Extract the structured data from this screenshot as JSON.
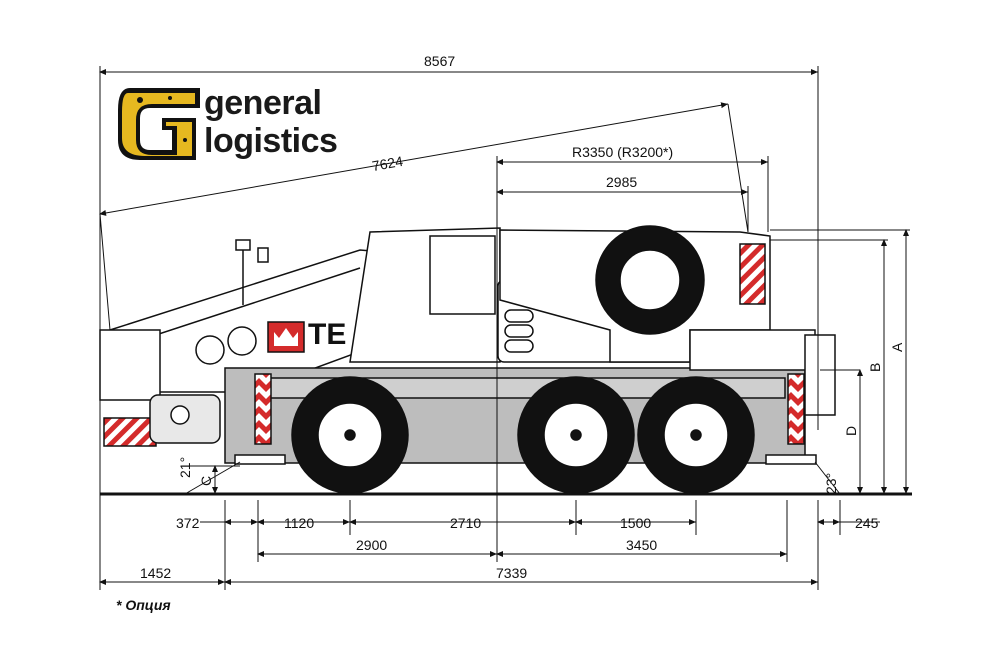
{
  "logo": {
    "line1": "general",
    "line2": "logistics"
  },
  "crane_brand": "TE",
  "dimensions": {
    "overall_length": "8567",
    "boom_length": "7624",
    "tail_radius": "R3350 (R3200*)",
    "tail_to_axle": "2985",
    "front_overhang": "372",
    "front_to_axle1": "1120",
    "axle1_to_axle2": "2710",
    "axle2_to_axle3": "1500",
    "rear_overhang": "245",
    "outrigger_front": "2900",
    "outrigger_rear": "3450",
    "boom_overhang": "1452",
    "chassis_length": "7339"
  },
  "height_labels": {
    "a": "A",
    "b": "B",
    "d": "D",
    "c": "C"
  },
  "angles": {
    "approach": "21°",
    "departure": "23°"
  },
  "footnote": "* Опция",
  "colors": {
    "logo_gold": "#e6b820",
    "stripe_red": "#d42b2b",
    "chassis_gray": "#bdbdbd",
    "tire_black": "#111111"
  }
}
